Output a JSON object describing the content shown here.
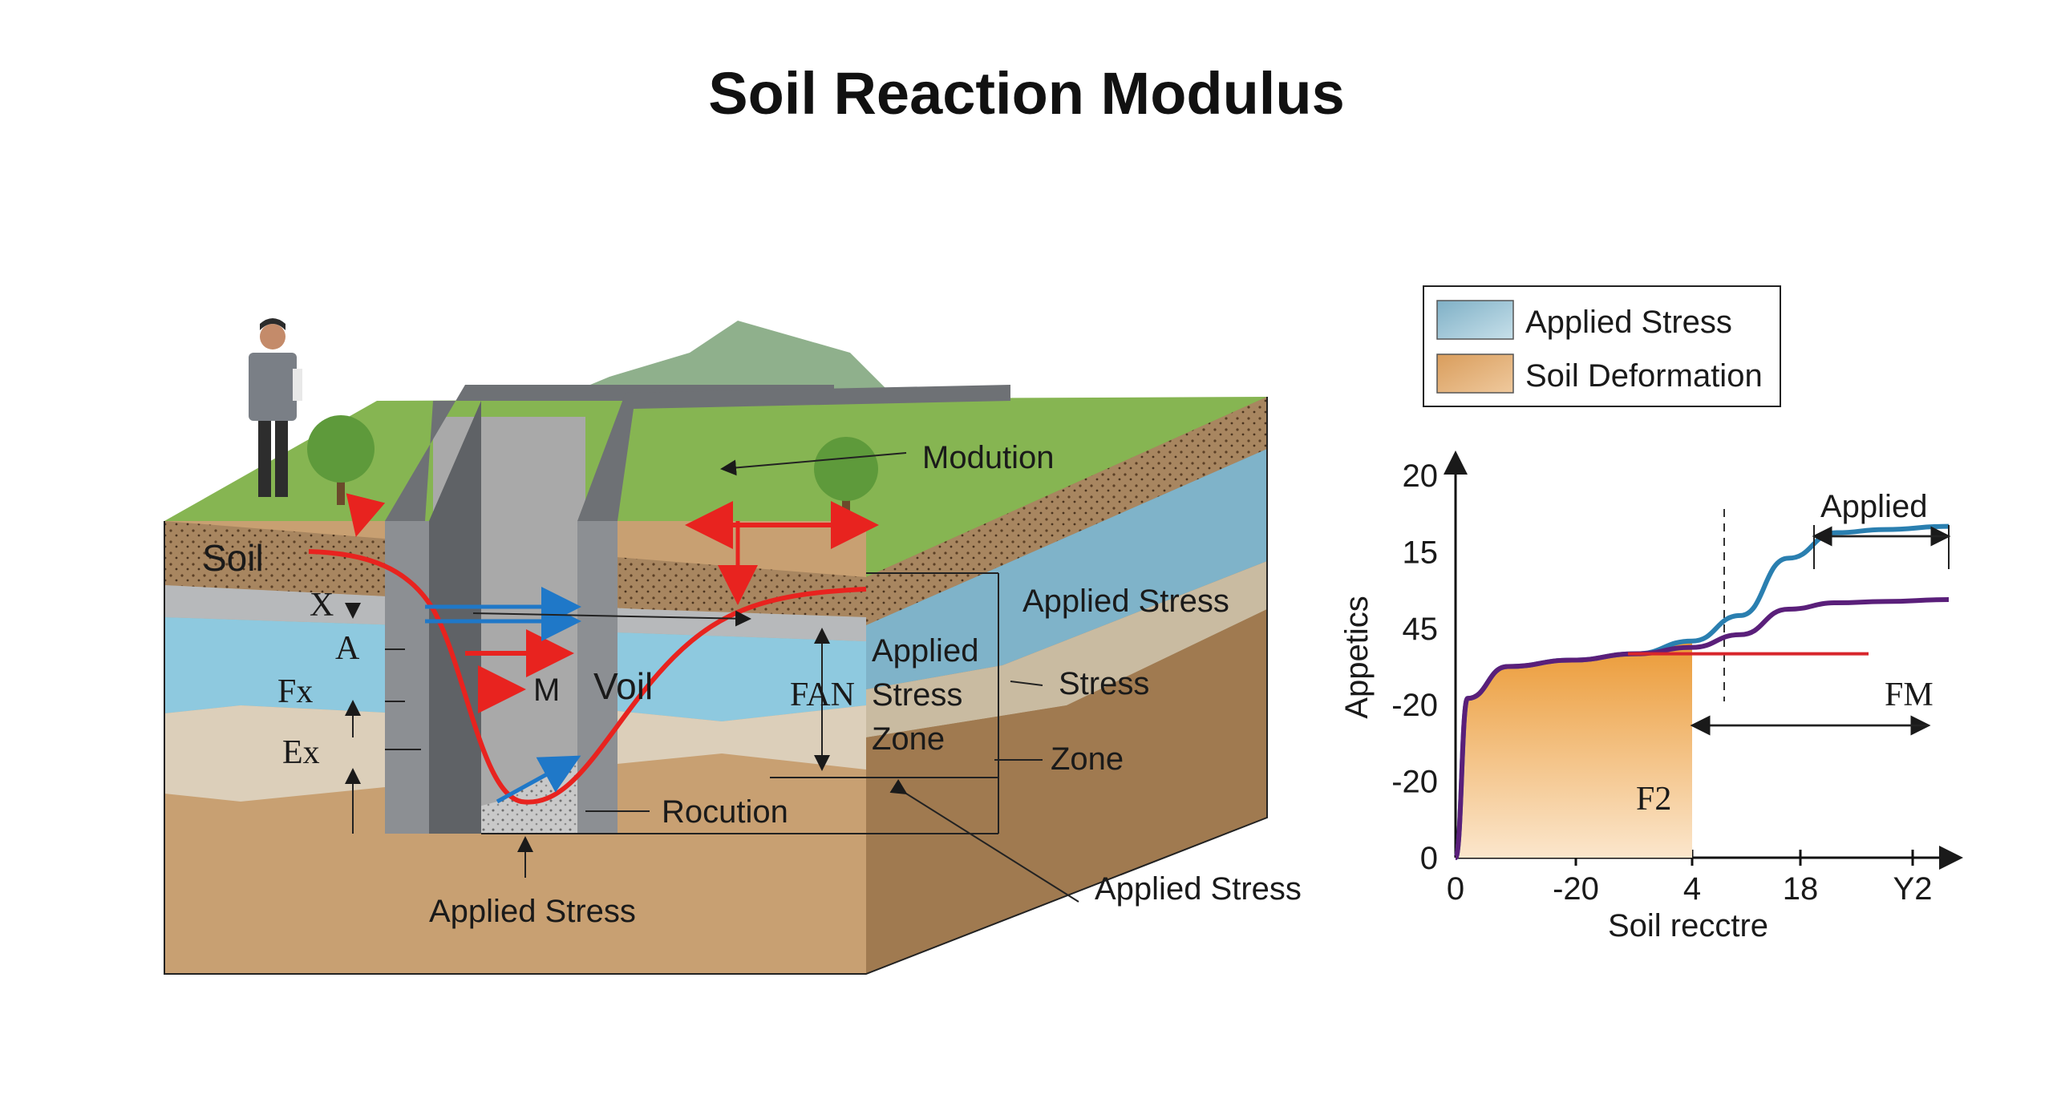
{
  "title": "Soil Reaction Modulus",
  "diagram": {
    "labels": {
      "soil": "Soil",
      "x": "X",
      "a": "A",
      "fx": "Fx",
      "ex": "Ex",
      "m": "M",
      "voil": "Voil",
      "fan": "FAN",
      "modution": "Modution",
      "applied_stress_right": "Applied Stress",
      "zone_applied": "Applied",
      "zone_stress": "Stress",
      "zone_zone": "Zone",
      "stress_side": "Stress",
      "zone_side": "Zone",
      "rocution": "Rocution",
      "applied_stress_bottom": "Applied Stress",
      "applied_stress_lower_right": "Applied Stress"
    },
    "icons": [
      "person-icon",
      "tree-icon",
      "mountain-icon",
      "sheet-pile-wall",
      "red-stress-curve"
    ],
    "colors": {
      "grass": "#86b552",
      "topsoil": "#a88660",
      "gray_layer": "#b7b9bb",
      "water_layer": "#8ec9df",
      "sand_layer": "#dccfba",
      "clay_layer": "#c8a072",
      "wall": "#8c8f93",
      "curve": "#e8231f"
    }
  },
  "legend": {
    "items": [
      {
        "label": "Applied Stress",
        "color": "#9fc6d6"
      },
      {
        "label": "Soil Deformation",
        "color": "#deae7a"
      }
    ]
  },
  "chart_data": {
    "type": "line",
    "ylabel": "Appetics",
    "xlabel": "Soil recctre",
    "y_tick_labels": [
      "20",
      "15",
      "45",
      "-20",
      "-20",
      "0"
    ],
    "x_tick_labels": [
      "0",
      "-20",
      "4",
      "18",
      "Y2"
    ],
    "annotations": {
      "applied": "Applied",
      "fm": "FM",
      "f2": "F2"
    },
    "series": [
      {
        "color": "#2a7fb0",
        "y": [
          0,
          2.5,
          3.0,
          3.1,
          3.2,
          3.4,
          3.8,
          4.7,
          5.1,
          5.15,
          5.2
        ]
      },
      {
        "color": "#5a1f7a",
        "y": [
          0,
          2.5,
          3.0,
          3.1,
          3.2,
          3.3,
          3.5,
          3.9,
          4.0,
          4.02,
          4.05
        ]
      },
      {
        "color": "#d8252b",
        "y": [
          3.2,
          3.2,
          3.2,
          3.2
        ]
      }
    ],
    "filled_region": {
      "color": "#eea54a",
      "from_tick": "0",
      "to_tick": "4"
    }
  }
}
